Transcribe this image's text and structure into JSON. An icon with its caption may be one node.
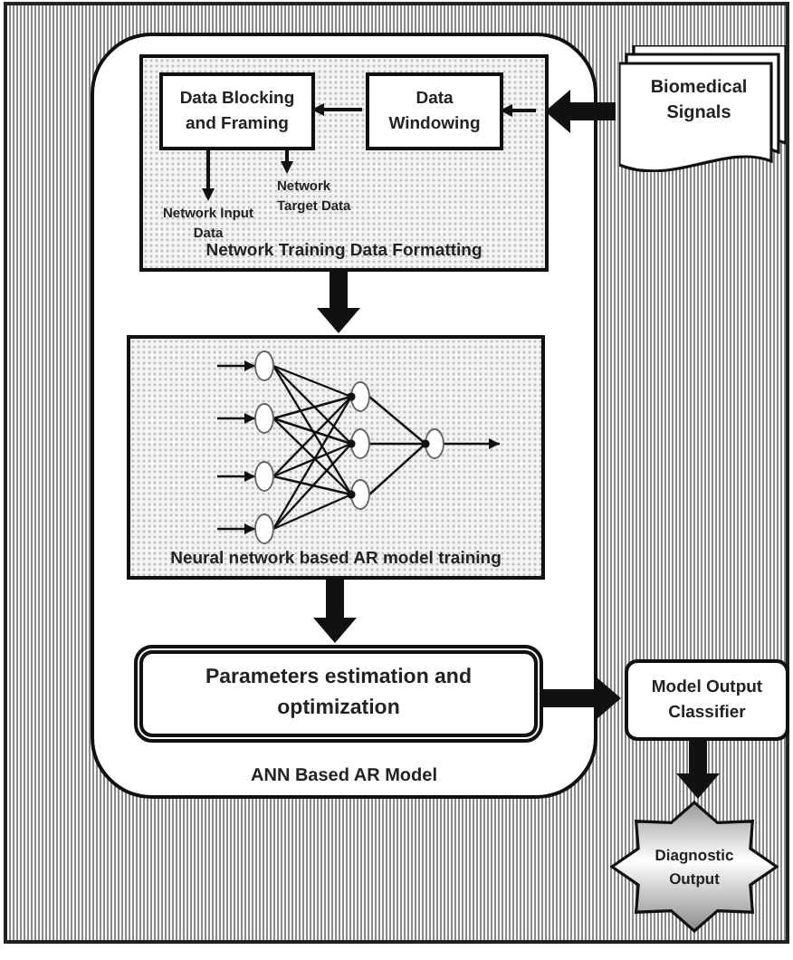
{
  "diagram": {
    "nodes": [
      {
        "text": [
          "ANN Based AR Model"
        ]
      },
      {
        "text": [
          "Network Training Data Formatting"
        ],
        "in": 0
      },
      {
        "text": [
          "Data Blocking and Framing"
        ],
        "in": 1
      },
      {
        "text": [
          "Data Windowing"
        ],
        "in": 1
      },
      {
        "text": [
          "Biomedical Signals"
        ]
      },
      {
        "text": [
          "Network Input Data"
        ],
        "in": 1
      },
      {
        "text": [
          "Network Target Data"
        ],
        "in": 1
      },
      {
        "text": [
          "Neural network based AR model training"
        ],
        "in": 0
      },
      {
        "text": [
          "Parameters estimation and optimization"
        ],
        "in": 0
      },
      {
        "text": [
          "Model Output Classifier"
        ]
      },
      {
        "text": [
          "Diagnostic Output"
        ]
      }
    ],
    "edges": [
      {
        "from": 4,
        "to": 1,
        "arrow": "to"
      },
      {
        "from": null,
        "to": 3,
        "arrow": "to"
      },
      {
        "from": 3,
        "to": 2,
        "arrow": "to"
      },
      {
        "from": 2,
        "to": 5,
        "arrow": "to"
      },
      {
        "from": 2,
        "to": 6,
        "arrow": "to"
      },
      {
        "from": 1,
        "to": 7,
        "arrow": "to"
      },
      {
        "from": 7,
        "to": 8,
        "arrow": "to"
      },
      {
        "from": 8,
        "to": 9,
        "arrow": "to"
      },
      {
        "from": 9,
        "to": 10,
        "arrow": "to"
      }
    ]
  }
}
